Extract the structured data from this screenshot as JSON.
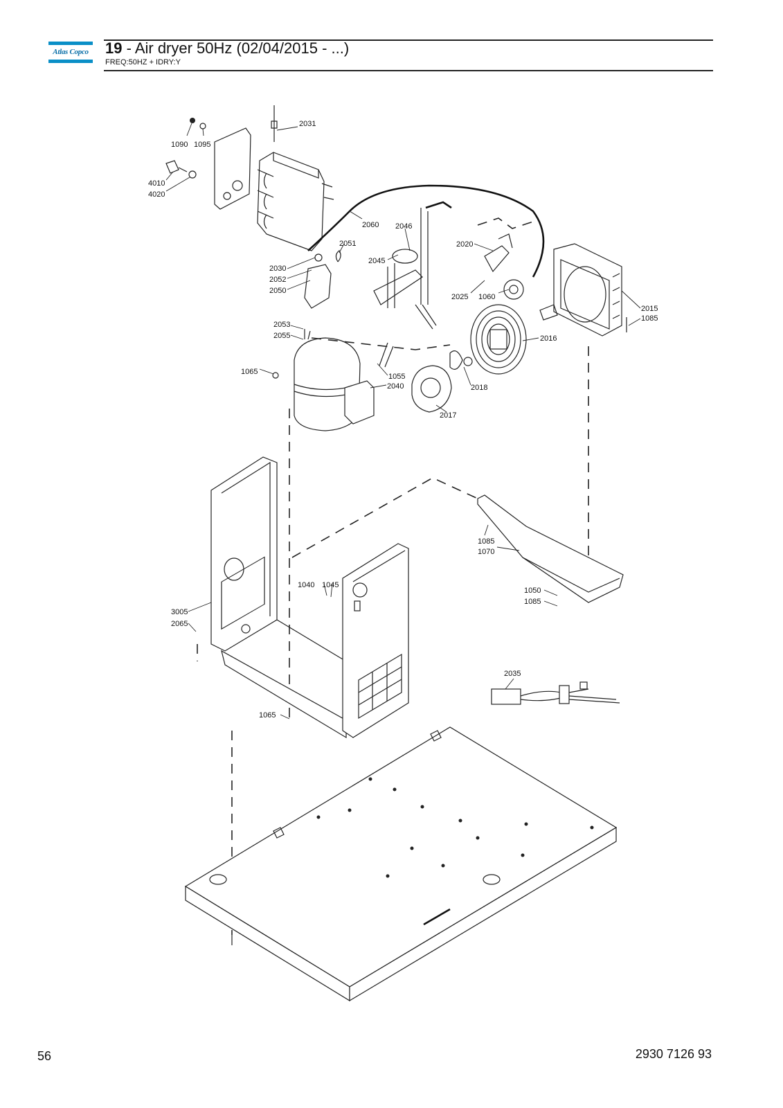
{
  "header": {
    "logo_text": "Atlas Copco",
    "section_number": "19",
    "title_text": " - Air dryer 50Hz (02/04/2015 - ...)",
    "subtitle": "FREQ:50HZ + IDRY:Y"
  },
  "footer": {
    "page_number": "56",
    "document_number": "2930 7126 93"
  },
  "callouts": {
    "c2031": "2031",
    "c1090": "1090",
    "c1095": "1095",
    "c4010": "4010",
    "c4020": "4020",
    "c2060": "2060",
    "c2046": "2046",
    "c2051": "2051",
    "c2045": "2045",
    "c2030": "2030",
    "c2052": "2052",
    "c2050": "2050",
    "c2020": "2020",
    "c2025": "2025",
    "c1060": "1060",
    "c2015": "2015",
    "c1085a": "1085",
    "c2053": "2053",
    "c2055": "2055",
    "c2016": "2016",
    "c1065a": "1065",
    "c1055": "1055",
    "c2040": "2040",
    "c2018": "2018",
    "c2017": "2017",
    "c1085b": "1085",
    "c1070": "1070",
    "c1040": "1040",
    "c1045": "1045",
    "c1050": "1050",
    "c1085c": "1085",
    "c3005": "3005",
    "c2065": "2065",
    "c2035": "2035",
    "c1065b": "1065"
  },
  "colors": {
    "logo_blue": "#0a8fc7",
    "rule": "#222222"
  }
}
